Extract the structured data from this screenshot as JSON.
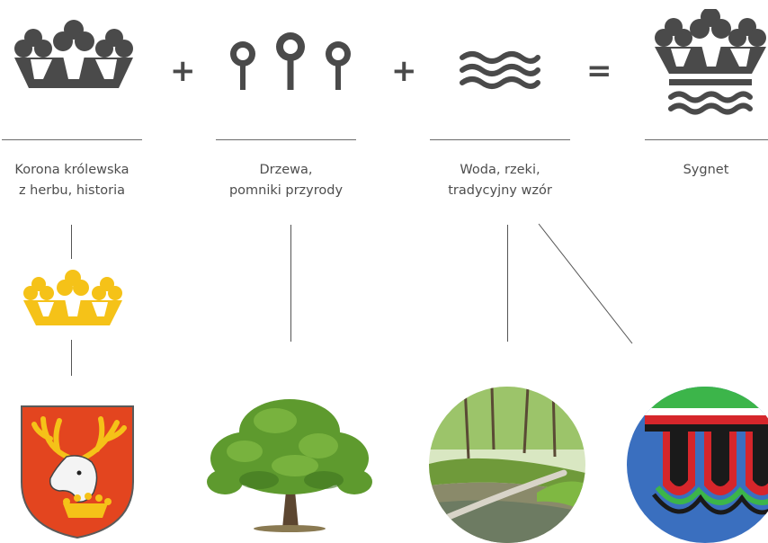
{
  "symbols": {
    "crown": "crown-icon",
    "trees": "trees-icon",
    "water": "water-waves-icon",
    "sygnet": "sygnet-icon"
  },
  "operators": {
    "plus1": "+",
    "plus2": "+",
    "equals": "="
  },
  "labels": {
    "crown_line1": "Korona królewska",
    "crown_line2": "z herbu, historia",
    "trees_line1": "Drzewa,",
    "trees_line2": "pomniki przyrody",
    "water_line1": "Woda, rzeki,",
    "water_line2": "tradycyjny wzór",
    "sygnet": "Sygnet"
  },
  "colors": {
    "symbol_gray": "#4a4a4a",
    "crown_yellow": "#f5c218",
    "shield_red": "#e3451f",
    "tree_green": "#5e9a2e"
  }
}
